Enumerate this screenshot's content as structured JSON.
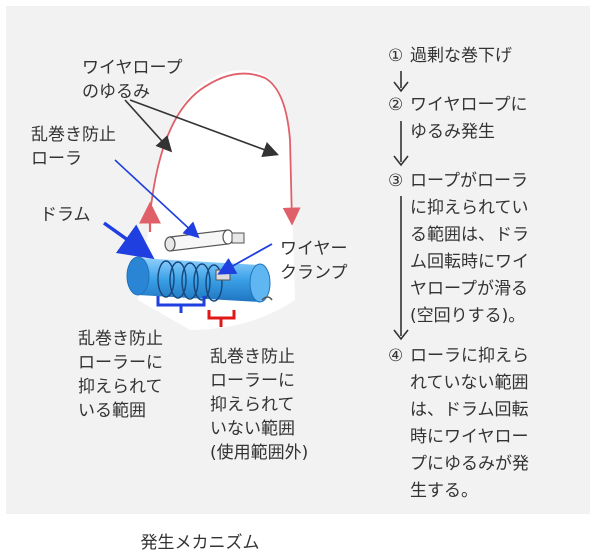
{
  "labels": {
    "wire_slack": "ワイヤロープ\nのゆるみ",
    "anti_roller": "乱巻き防止\nローラ",
    "drum": "ドラム",
    "wire_clamp": "ワイヤー\nクランプ",
    "pressed_range": "乱巻き防止\nローラーに\n抑えられて\nいる範囲",
    "unpressed_range": "乱巻き防止\nローラーに\n抑えられて\nいない範囲\n(使用範囲外)"
  },
  "steps": [
    {
      "num": "①",
      "text": "過剰な巻下げ"
    },
    {
      "num": "②",
      "text": "ワイヤロープに\nゆるみ発生"
    },
    {
      "num": "③",
      "text": "ロープがローラ\nに抑えられてい\nる範囲は、ドラ\nム回転時にワイ\nヤロープが滑る\n(空回りする)。"
    },
    {
      "num": "④",
      "text": "ローラに抑えら\nれていない範囲\nは、ドラム回転\n時にワイヤロー\nプにゆるみが発\n生する。"
    }
  ],
  "caption": "発生メカニズム",
  "colors": {
    "rope": "#e0606a",
    "drum": "#3aa0e6",
    "pressed_bracket": "#1f3fe0",
    "unpressed_bracket": "#e01818",
    "pointer": "#1f3fe0"
  }
}
